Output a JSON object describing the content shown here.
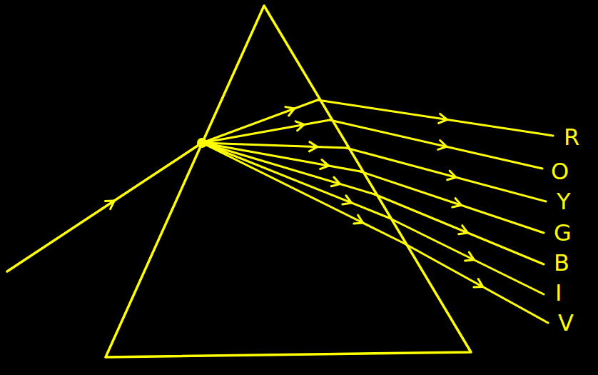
{
  "diagram": {
    "labels": [
      "R",
      "O",
      "Y",
      "G",
      "B",
      "I",
      "V"
    ]
  }
}
